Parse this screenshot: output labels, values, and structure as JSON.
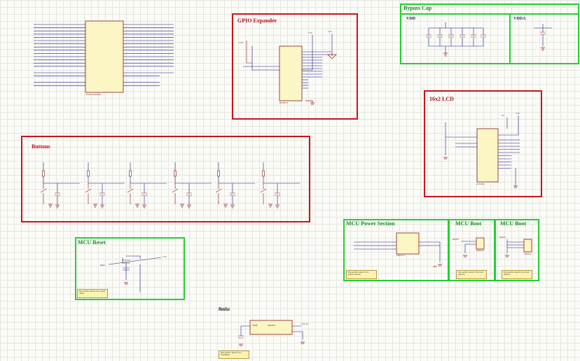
{
  "sections": {
    "bypass_cap": {
      "title": "Bypass Cap",
      "vdd": "VDD",
      "vdda": "VDDA"
    },
    "gpio_expander": {
      "title": "GPIO Expander"
    },
    "lcd": {
      "title": "16x2 LCD"
    },
    "buttons": {
      "title": "Buttons"
    },
    "mcu_reset": {
      "title": "MCU Reset"
    },
    "mcu_power": {
      "title": "MCU Power Section"
    },
    "mcu_boot_1": {
      "title": "MCU Boot"
    },
    "mcu_boot_2": {
      "title": "MCU Boot"
    },
    "osc": {
      "title": "8mhz"
    }
  },
  "notes": {
    "reset": "this section about mcu reset delay",
    "power": "this section about mcu power section",
    "boot1": "this section about mcu boot options",
    "boot2": "this section about mcu boot options",
    "osc": "this section about mcu oscillation"
  },
  "parts": {
    "mcu": "STM32F103C8T6",
    "expander": "PCF8574",
    "lcd": "LCD1602",
    "osc_chip": "OSC8",
    "osc_out": "OSCOUT",
    "ldo": "AMS1117",
    "boot_header": "HDR1X3"
  },
  "nets": {
    "v33": "3.3V",
    "v5": "5V",
    "gnd": "GND",
    "nrst": "NRST",
    "boot0": "BOOT0",
    "boot1": "BOOT1",
    "osc_in": "OSC_IN"
  },
  "colors": {
    "red_frame": "#c8141e",
    "green_frame": "#22d030",
    "wire": "#1a1a8c",
    "part_outline": "#8a1a1a",
    "ic_fill": "#fbf6c4",
    "note_fill": "#fdf3b0"
  }
}
